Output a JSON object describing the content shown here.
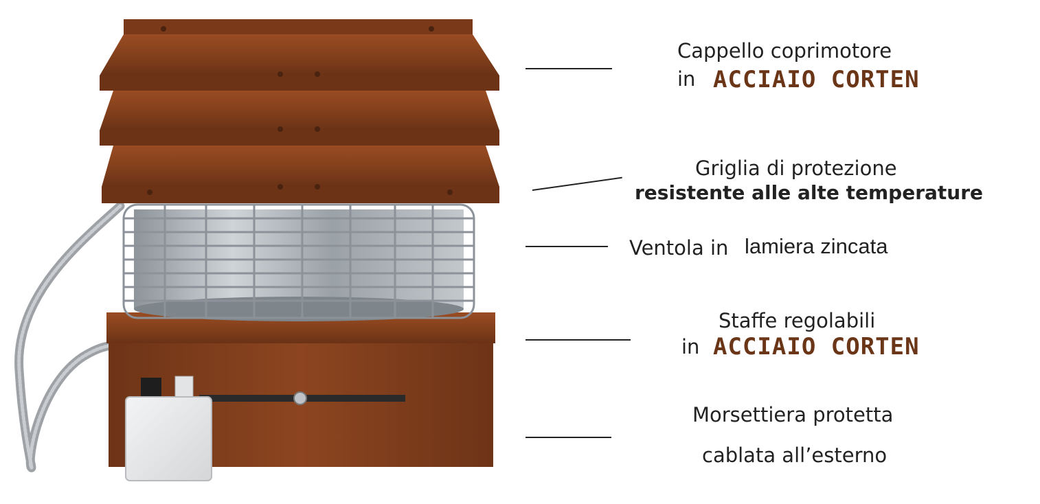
{
  "labels": {
    "cap": {
      "line1": "Cappello coprimotore",
      "prefix": "in",
      "material": "ACCIAIO CORTEN"
    },
    "grille": {
      "line1": "Griglia di protezione",
      "line2": "resistente alle alte temperature"
    },
    "fan": {
      "part1": "Ventola in",
      "part2": "lamiera zincata"
    },
    "brackets": {
      "line1": "Staffe regolabili",
      "prefix": "in",
      "material": "ACCIAIO CORTEN"
    },
    "terminal": {
      "line1": "Morsettiera protetta",
      "line2": "cablata all’esterno"
    }
  },
  "colors": {
    "corten": "#8a4420",
    "corten_dark": "#5e2c12",
    "corten_text": "#6b3517",
    "galvanized": "#b8bec4",
    "grille": "#8c9299",
    "box": "#e9eaeb",
    "conduit": "#a3a7ab"
  },
  "icons": {
    "product": "chimney-fan-extractor"
  }
}
